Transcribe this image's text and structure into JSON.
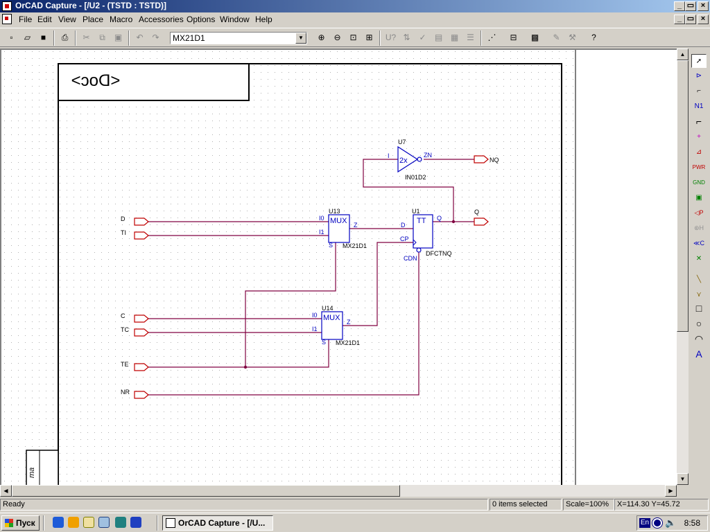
{
  "window": {
    "title": "OrCAD Capture - [/U2 - (TSTD : TSTD)]",
    "colors": {
      "titlebar_start": "#0a246a",
      "titlebar_end": "#a6caf0",
      "wire": "#800040",
      "part": "#0000c0"
    }
  },
  "menu": {
    "items": [
      {
        "label": "File"
      },
      {
        "label": "Edit"
      },
      {
        "label": "View"
      },
      {
        "label": "Place"
      },
      {
        "label": "Macro"
      },
      {
        "label": "Accessories"
      },
      {
        "label": "Options"
      },
      {
        "label": "Window"
      },
      {
        "label": "Help"
      }
    ]
  },
  "toolbar": {
    "part_combo_value": "MX21D1",
    "buttons": [
      "new-icon",
      "open-icon",
      "save-icon",
      "print-icon",
      "cut-icon",
      "copy-icon",
      "paste-icon",
      "undo-icon",
      "redo-icon",
      "zoom-in-icon",
      "zoom-out-icon",
      "zoom-area-icon",
      "zoom-all-icon",
      "annotate-icon",
      "back-annotate-icon",
      "drc-icon",
      "netlist-icon",
      "crossref-icon",
      "bom-icon",
      "snap-grid-icon",
      "project-manager-icon",
      "part-editor-icon",
      "session-log-icon",
      "help-icon"
    ]
  },
  "schematic": {
    "title_block_text": "<Doc>",
    "side_block_text": "ma",
    "ports": [
      {
        "label": "D"
      },
      {
        "label": "TI"
      },
      {
        "label": "C"
      },
      {
        "label": "TC"
      },
      {
        "label": "TE"
      },
      {
        "label": "NR"
      },
      {
        "label": "Q"
      },
      {
        "label": "NQ"
      }
    ],
    "parts": {
      "u7": {
        "ref": "U7",
        "value": "IN01D2",
        "body": "2x",
        "pin_in": "I",
        "pin_out": "ZN"
      },
      "u13": {
        "ref": "U13",
        "value": "MX21D1",
        "body": "MUX",
        "pin_i0": "I0",
        "pin_i1": "I1",
        "pin_s": "S",
        "pin_z": "Z"
      },
      "u14": {
        "ref": "U14",
        "value": "MX21D1",
        "body": "MUX",
        "pin_i0": "I0",
        "pin_i1": "I1",
        "pin_s": "S",
        "pin_z": "Z"
      },
      "u1": {
        "ref": "U1",
        "value": "DFCTNQ",
        "body": "TT",
        "pin_d": "D",
        "pin_cp": "CP",
        "pin_q": "Q",
        "pin_cdn": "CDN"
      }
    }
  },
  "palette": {
    "tools": [
      "select-icon",
      "place-part-icon",
      "place-wire-icon",
      "place-net-alias-icon",
      "place-bus-icon",
      "place-junction-icon",
      "place-bus-entry-icon",
      "place-power-icon",
      "place-ground-icon",
      "place-hierarchical-block-icon",
      "place-hierarchical-port-icon",
      "place-hierarchical-pin-icon",
      "place-off-page-connector-icon",
      "place-no-connect-icon",
      "place-line-icon",
      "place-polyline-icon",
      "place-rectangle-icon",
      "place-ellipse-icon",
      "place-arc-icon",
      "place-text-icon"
    ]
  },
  "status": {
    "message": "Ready",
    "selection": "0 items selected",
    "scale": "Scale=100%",
    "coords": "X=114.30  Y=45.72"
  },
  "taskbar": {
    "start_label": "Пуск",
    "task_label": "OrCAD Capture - [/U...",
    "lang": "En",
    "clock": "8:58"
  }
}
